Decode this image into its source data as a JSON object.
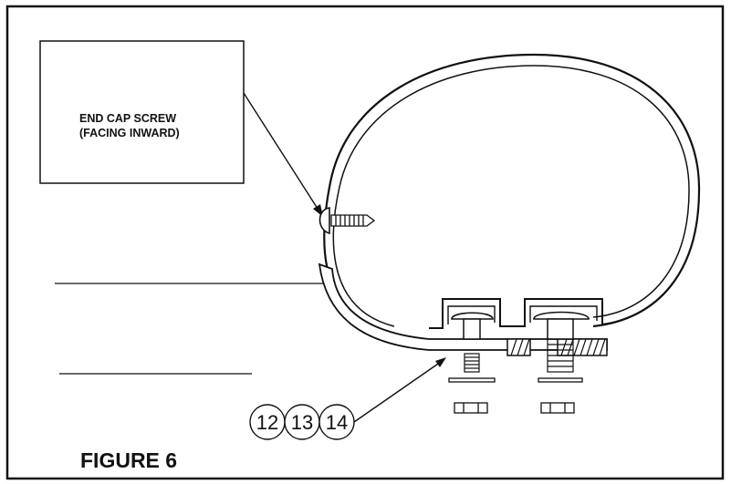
{
  "callout": {
    "line1": "END CAP SCREW",
    "line2": "(FACING INWARD)"
  },
  "part_numbers": [
    "12",
    "13",
    "14"
  ],
  "figure_label": "FIGURE 6",
  "colors": {
    "ink": "#111111",
    "background": "#ffffff"
  }
}
